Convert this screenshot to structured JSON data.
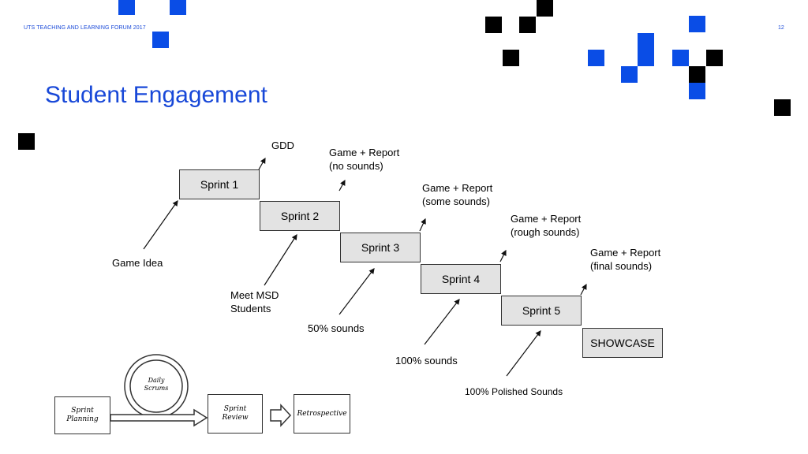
{
  "header": {
    "forum": "UTS TEACHING AND LEARNING FORUM 2017",
    "page_number": "12"
  },
  "title": "Student Engagement",
  "diagram": {
    "sprints": [
      "Sprint 1",
      "Sprint 2",
      "Sprint 3",
      "Sprint 4",
      "Sprint 5"
    ],
    "showcase": "SHOWCASE",
    "deliverables_above": [
      {
        "line1": "GDD",
        "line2": ""
      },
      {
        "line1": "Game + Report",
        "line2": "(no sounds)"
      },
      {
        "line1": "Game + Report",
        "line2": "(some sounds)"
      },
      {
        "line1": "Game + Report",
        "line2": "(rough sounds)"
      },
      {
        "line1": "Game + Report",
        "line2": "(final sounds)"
      }
    ],
    "inputs_below": [
      {
        "line1": "Game Idea",
        "line2": ""
      },
      {
        "line1": "Meet MSD",
        "line2": "Students"
      },
      {
        "line1": "50% sounds",
        "line2": ""
      },
      {
        "line1": "100% sounds",
        "line2": ""
      },
      {
        "line1": "100% Polished Sounds",
        "line2": ""
      }
    ]
  },
  "scrum_sketch": {
    "planning": [
      "Sprint",
      "Planning"
    ],
    "daily": [
      "Daily",
      "Scrums"
    ],
    "review": [
      "Sprint",
      "Review"
    ],
    "retro": "Retrospective"
  },
  "colors": {
    "accent_blue": "#0a4de6",
    "title_blue": "#1848d8",
    "sprint_fill": "#e3e3e3"
  }
}
